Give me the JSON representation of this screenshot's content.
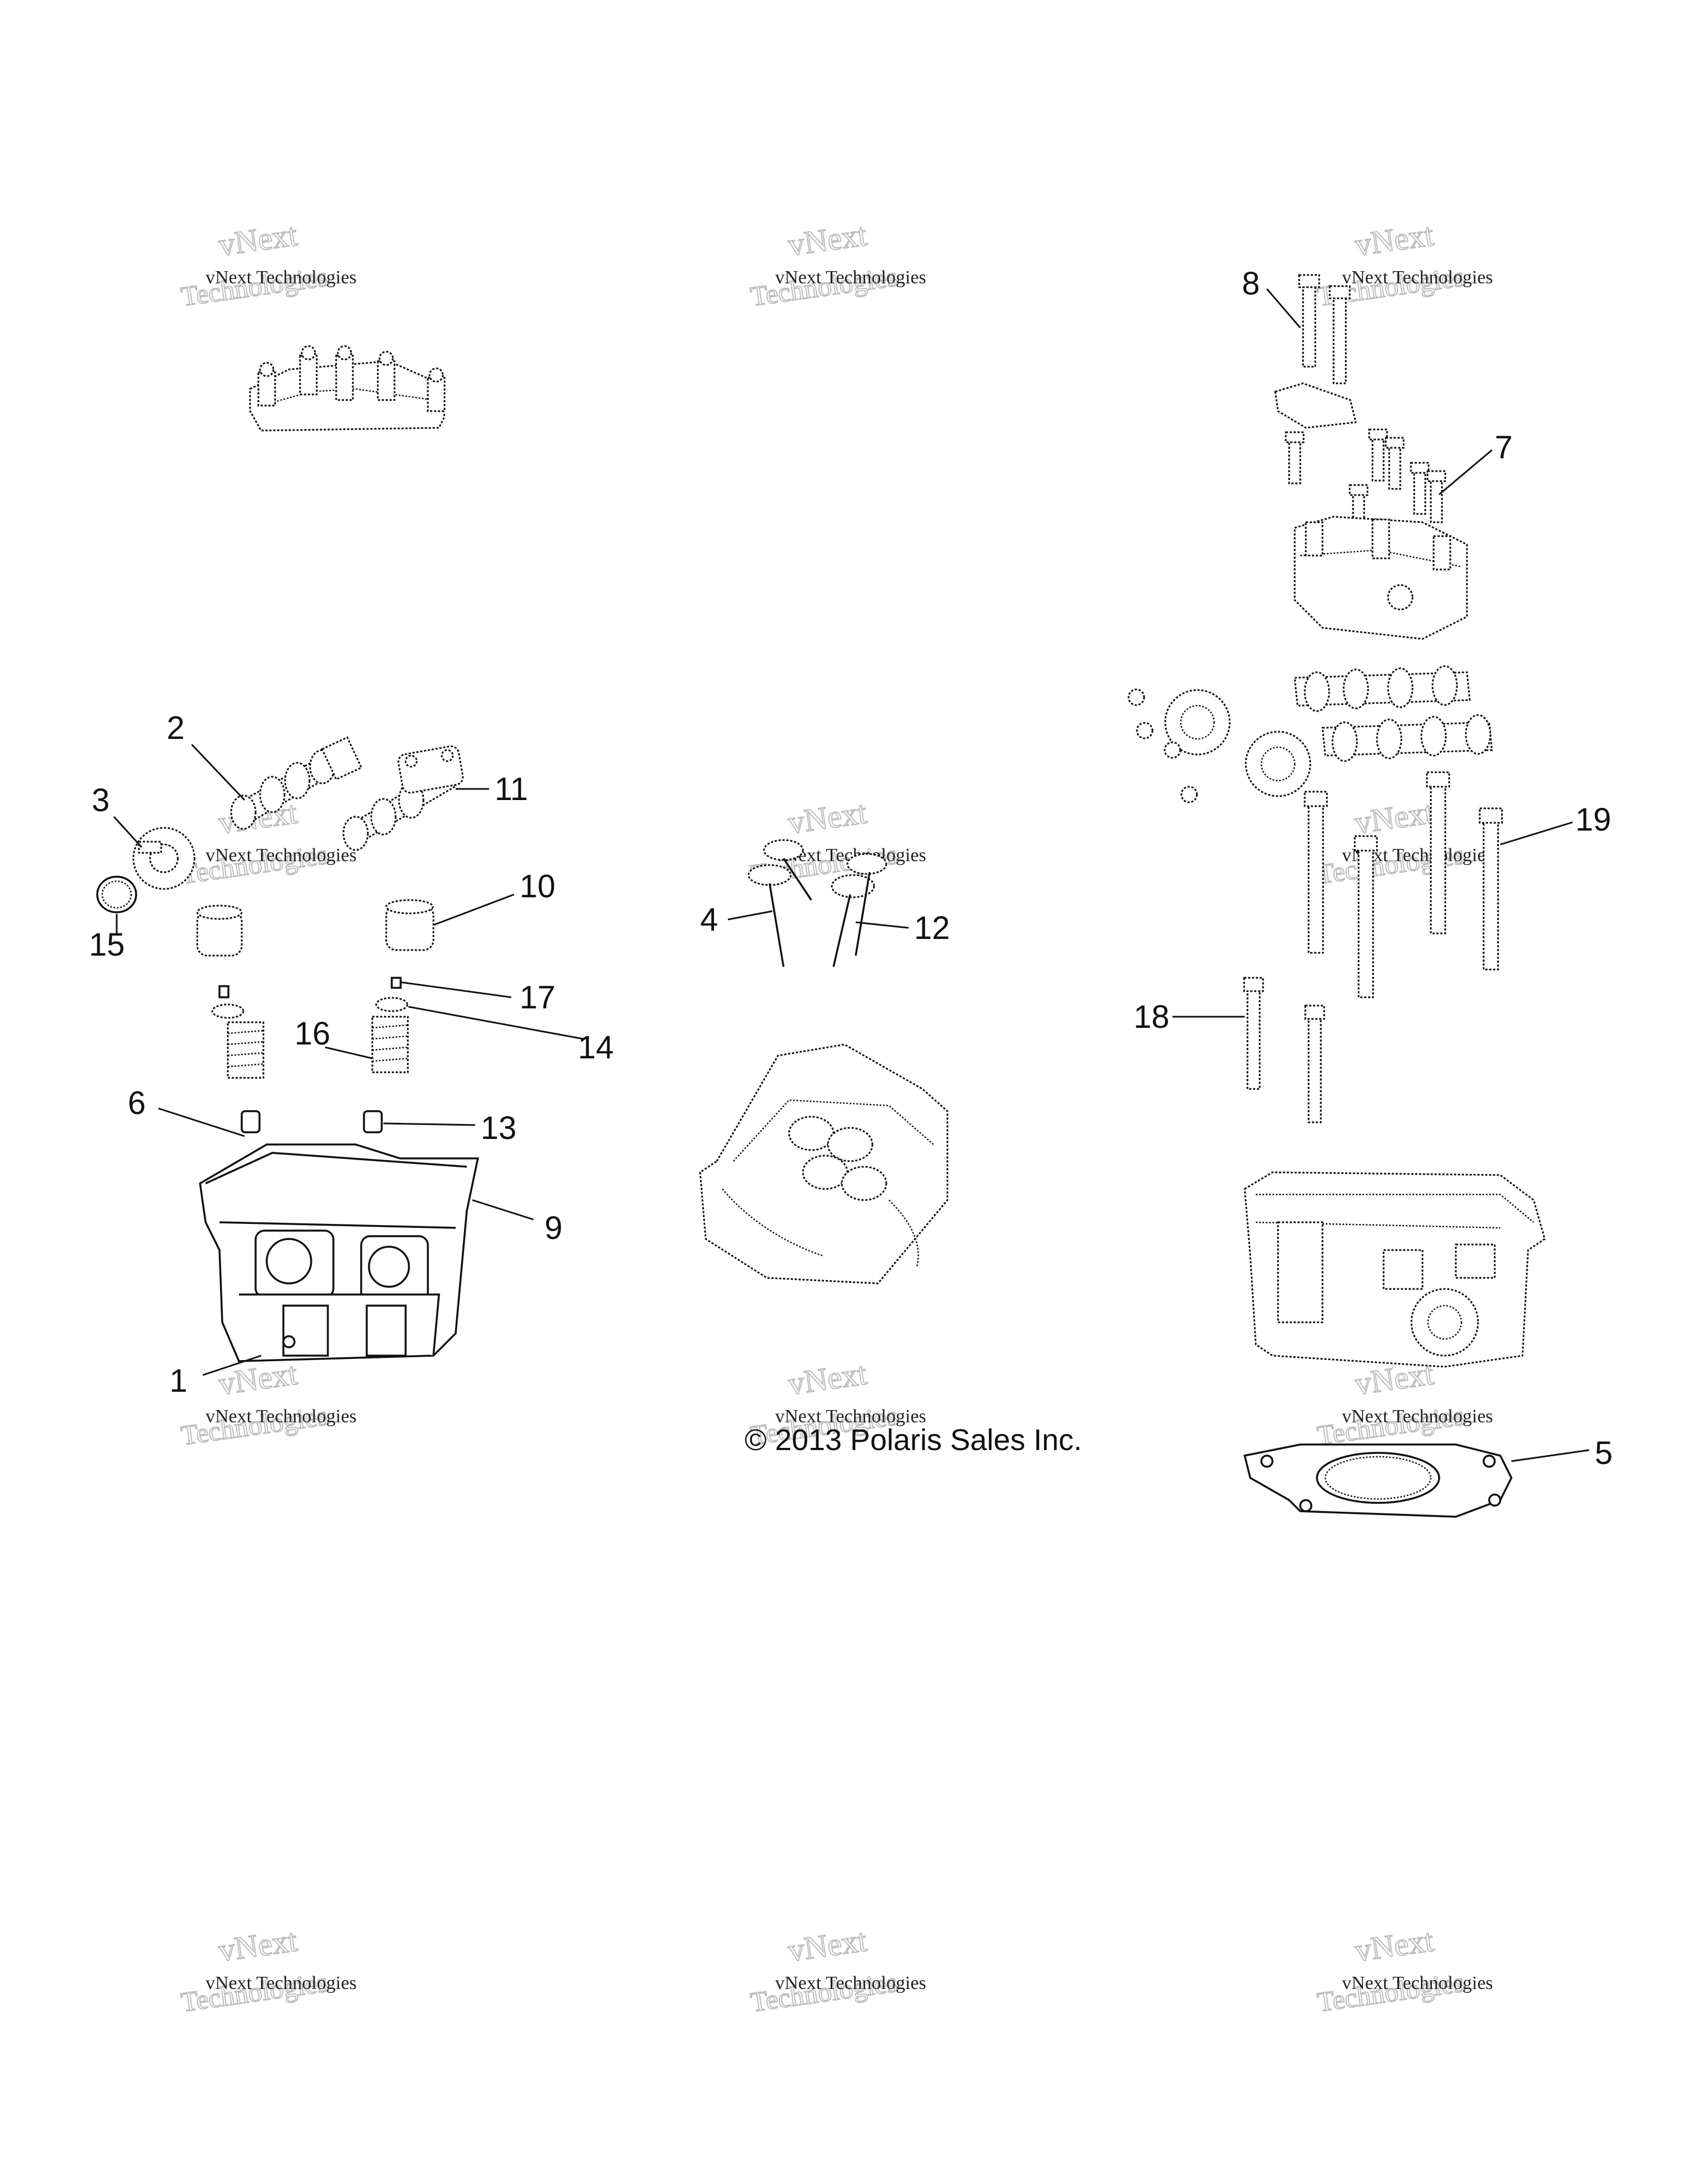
{
  "diagram": {
    "copyright": "© 2013 Polaris Sales Inc.",
    "watermark": {
      "small": "vNext Technologies",
      "big_line1": "vNext",
      "big_line2": "Technologies"
    },
    "callouts": [
      {
        "id": "1",
        "label": "1"
      },
      {
        "id": "2",
        "label": "2"
      },
      {
        "id": "3",
        "label": "3"
      },
      {
        "id": "4",
        "label": "4"
      },
      {
        "id": "5",
        "label": "5"
      },
      {
        "id": "6",
        "label": "6"
      },
      {
        "id": "7",
        "label": "7"
      },
      {
        "id": "8",
        "label": "8"
      },
      {
        "id": "9",
        "label": "9"
      },
      {
        "id": "10",
        "label": "10"
      },
      {
        "id": "11",
        "label": "11"
      },
      {
        "id": "12",
        "label": "12"
      },
      {
        "id": "13",
        "label": "13"
      },
      {
        "id": "14",
        "label": "14"
      },
      {
        "id": "15",
        "label": "15"
      },
      {
        "id": "16",
        "label": "16"
      },
      {
        "id": "17",
        "label": "17"
      },
      {
        "id": "18",
        "label": "18"
      },
      {
        "id": "19",
        "label": "19"
      }
    ]
  }
}
